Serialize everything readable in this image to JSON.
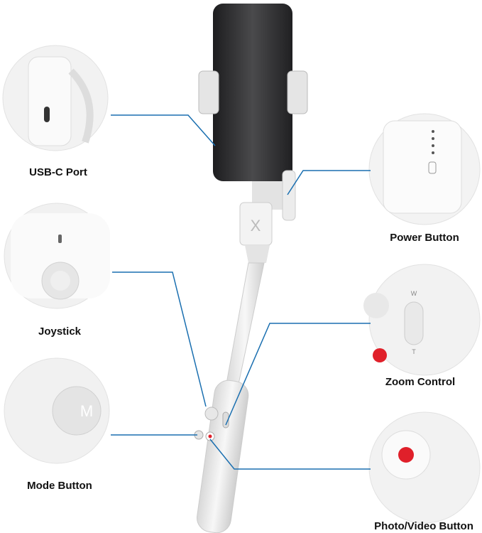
{
  "callouts": [
    {
      "id": "usb-c-port",
      "label": "USB-C Port"
    },
    {
      "id": "power-button",
      "label": "Power Button"
    },
    {
      "id": "joystick",
      "label": "Joystick"
    },
    {
      "id": "zoom-control",
      "label": "Zoom Control"
    },
    {
      "id": "mode-button",
      "label": "Mode Button"
    },
    {
      "id": "photo-video-button",
      "label": "Photo/Video Button"
    }
  ],
  "details": {
    "mode_letter": "M",
    "zoom_wide": "W",
    "zoom_tele": "T"
  },
  "colors": {
    "line": "#1a6fb0",
    "record": "#e0202a",
    "body": "#eeeeee",
    "phone": "#2b2b2d"
  }
}
